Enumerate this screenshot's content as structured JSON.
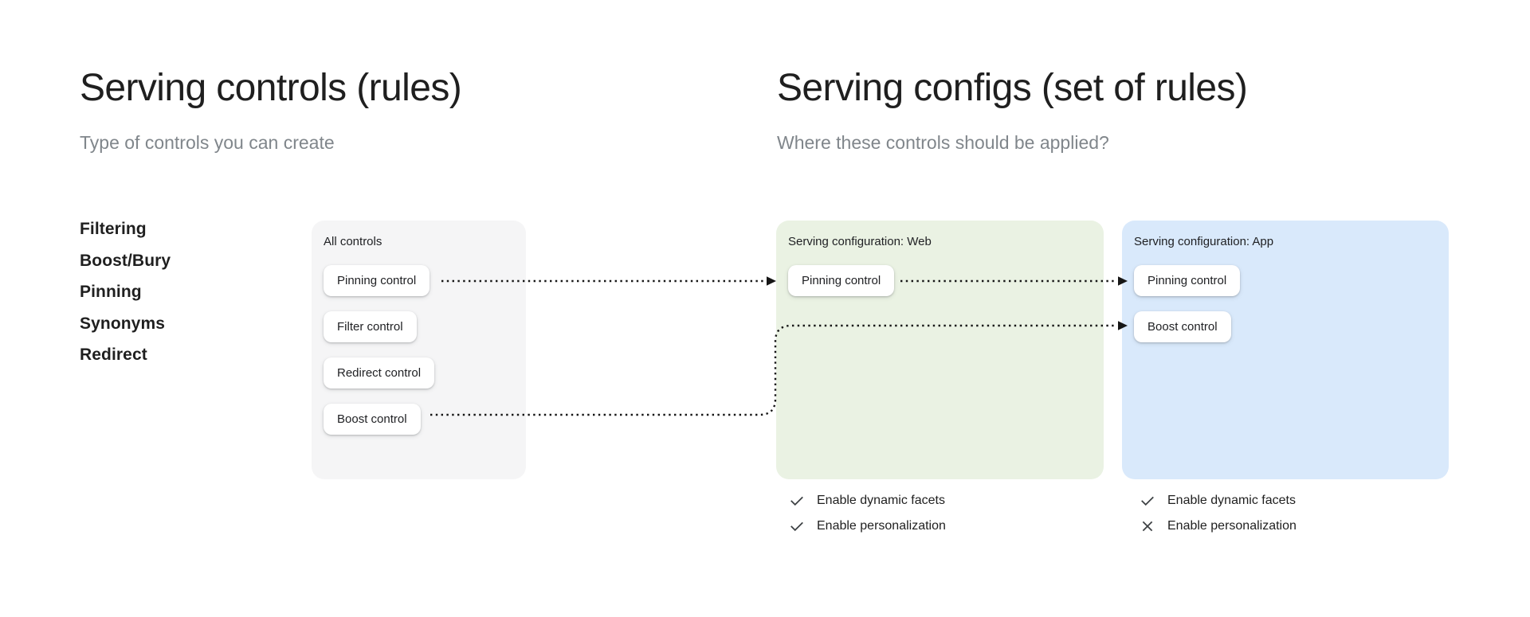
{
  "left": {
    "title": "Serving controls (rules)",
    "subtitle": "Type of controls you can create",
    "control_types": [
      "Filtering",
      "Boost/Bury",
      "Pinning",
      "Synonyms",
      "Redirect"
    ],
    "card": {
      "title": "All controls",
      "controls": [
        "Pinning control",
        "Filter control",
        "Redirect control",
        "Boost control"
      ]
    }
  },
  "right": {
    "title": "Serving configs (set of rules)",
    "subtitle": "Where these controls should be applied?",
    "configs": [
      {
        "title": "Serving configuration: Web",
        "controls": [
          "Pinning control"
        ],
        "features": [
          {
            "label": "Enable dynamic facets",
            "state": "check"
          },
          {
            "label": "Enable personalization",
            "state": "check"
          }
        ]
      },
      {
        "title": "Serving configuration: App",
        "controls": [
          "Pinning control",
          "Boost control"
        ],
        "features": [
          {
            "label": "Enable dynamic facets",
            "state": "check"
          },
          {
            "label": "Enable personalization",
            "state": "cross"
          }
        ]
      }
    ]
  },
  "connections": [
    {
      "from": "all-controls.pinning-control",
      "to": "web.pinning-control",
      "style": "dotted-arrow"
    },
    {
      "from": "web.pinning-control",
      "to": "app.pinning-control",
      "style": "dotted-arrow"
    },
    {
      "from": "all-controls.boost-control",
      "to": "app.boost-control",
      "style": "dotted-arrow"
    }
  ],
  "colors": {
    "background": "#ffffff",
    "title_text": "#1f1f1f",
    "subtitle_text": "#80868b",
    "all_controls_card_bg": "#f5f5f6",
    "web_card_bg": "#eaf2e3",
    "app_card_bg": "#d9e9fb",
    "pill_bg": "#ffffff",
    "arrow": "#161616",
    "icon": "#3c4043"
  }
}
